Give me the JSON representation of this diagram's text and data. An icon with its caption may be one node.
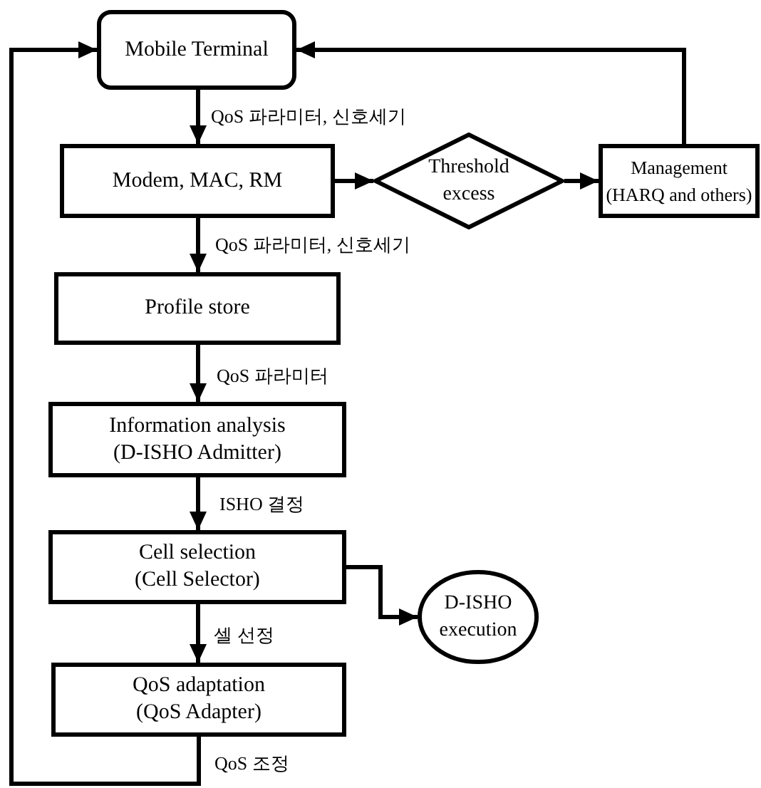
{
  "diagram": {
    "nodes": [
      {
        "text": [
          "Mobile Terminal"
        ]
      },
      {
        "text": [
          "Modem, MAC, RM"
        ]
      },
      {
        "text": [
          "Threshold excess"
        ]
      },
      {
        "text": [
          "Management (HARQ and others)"
        ]
      },
      {
        "text": [
          "Profile store"
        ]
      },
      {
        "text": [
          "Information analysis (D-ISHO Admitter)"
        ]
      },
      {
        "text": [
          "Cell selection (Cell Selector)"
        ]
      },
      {
        "text": [
          "D-ISHO execution"
        ]
      },
      {
        "text": [
          "QoS adaptation (QoS Adapter)"
        ]
      }
    ],
    "edges": [
      {
        "from": 0,
        "to": 1,
        "arrow": "to",
        "label": "QoS 파라미터, 신호세기"
      },
      {
        "from": 1,
        "to": 2,
        "arrow": "to"
      },
      {
        "from": 2,
        "to": 3,
        "arrow": "to"
      },
      {
        "from": 3,
        "to": 0,
        "arrow": "to"
      },
      {
        "from": 1,
        "to": 4,
        "arrow": "to",
        "label": "QoS 파라미터, 신호세기"
      },
      {
        "from": 4,
        "to": 5,
        "arrow": "to",
        "label": "QoS 파라미터"
      },
      {
        "from": 5,
        "to": 6,
        "arrow": "to",
        "label": "ISHO 결정"
      },
      {
        "from": 6,
        "to": 7,
        "arrow": "to"
      },
      {
        "from": 6,
        "to": 8,
        "arrow": "to",
        "label": "셀 선정"
      },
      {
        "from": 8,
        "to": 0,
        "arrow": "to",
        "label": "QoS 조정"
      }
    ]
  }
}
